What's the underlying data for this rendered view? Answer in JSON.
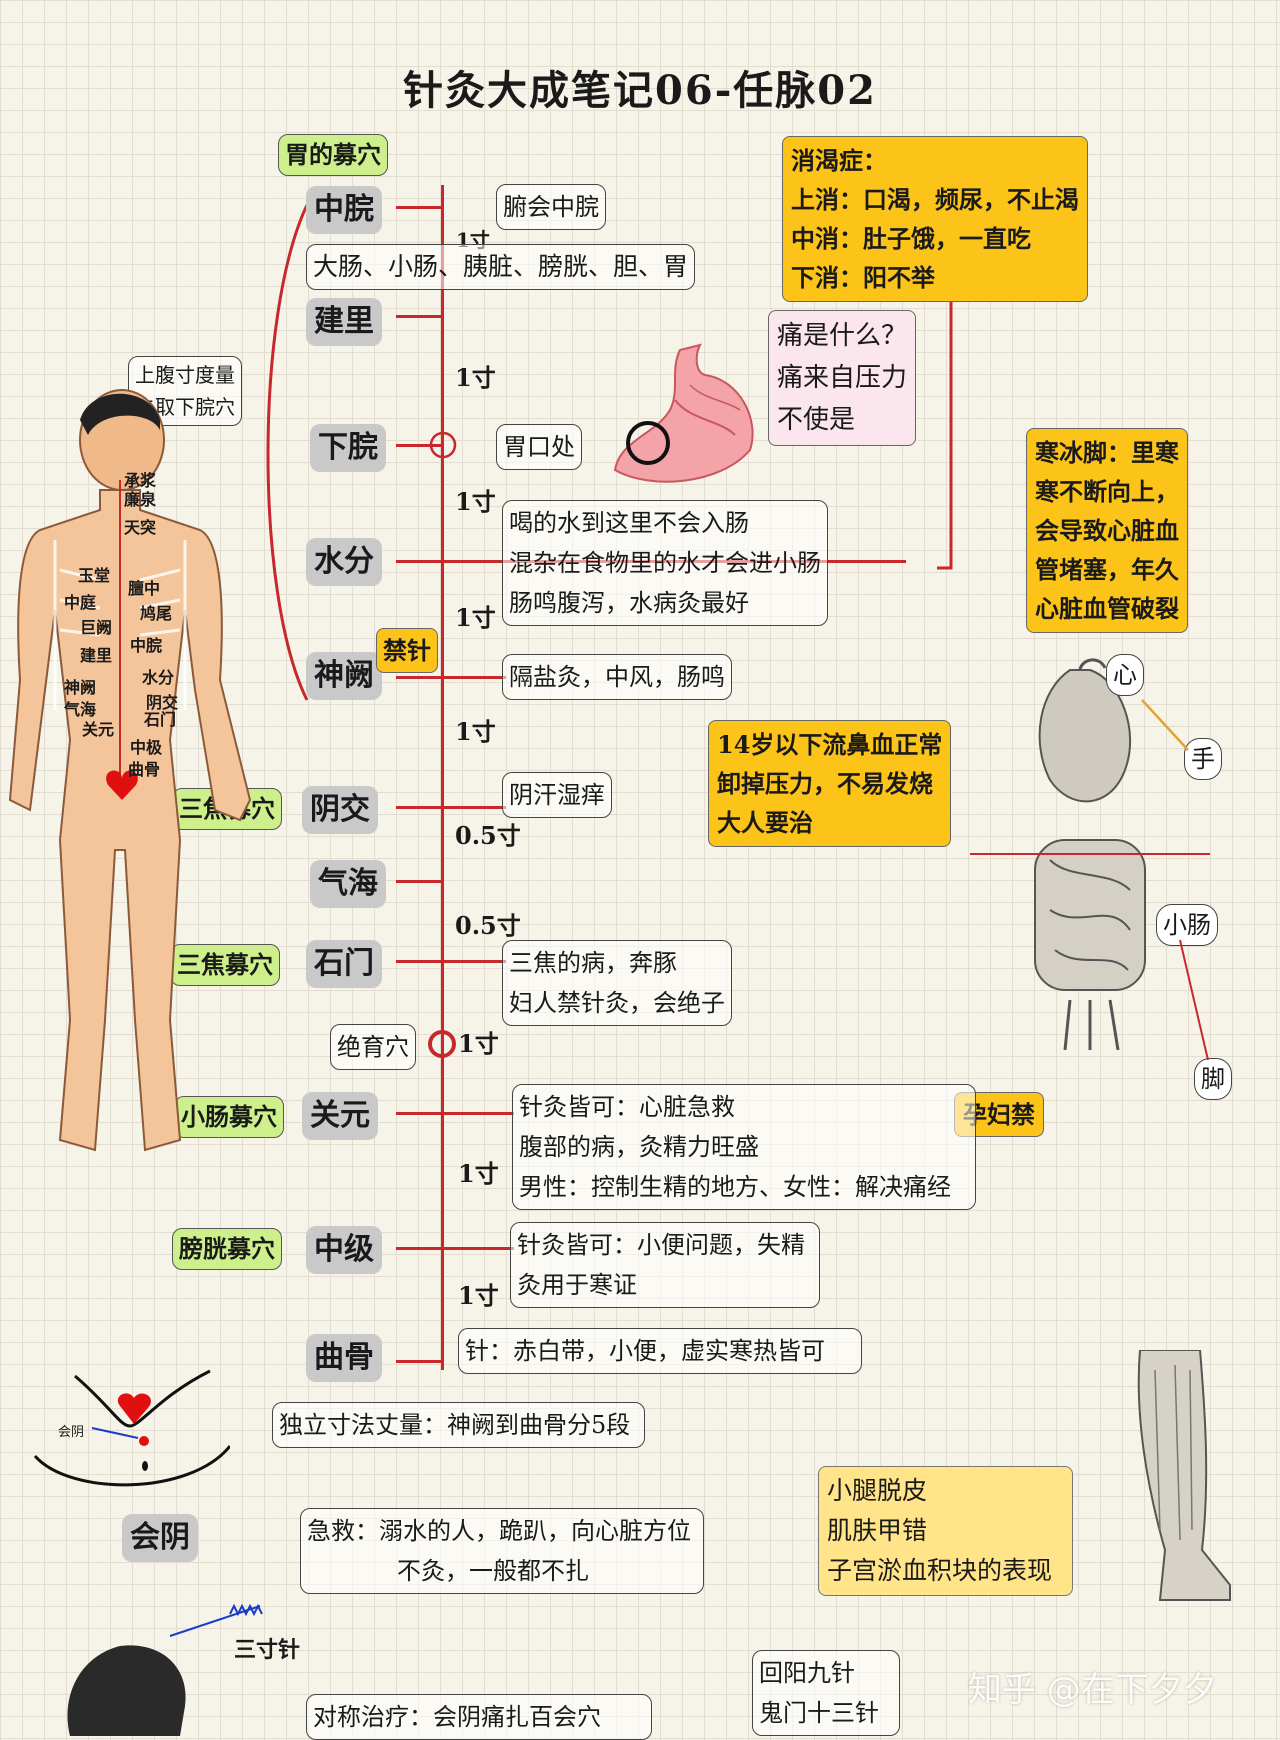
{
  "title": "针灸大成笔记06-任脉02",
  "points": {
    "zhongwan": "中脘",
    "jianli": "建里",
    "xiawan": "下脘",
    "shuifen": "水分",
    "shenque": "神阙",
    "yinjiao": "阴交",
    "qihai": "气海",
    "shimen": "石门",
    "guanyuan": "关元",
    "zhongji": "中级",
    "qugu": "曲骨",
    "huiyin": "会阴"
  },
  "tags": {
    "wei_mu": "胃的募穴",
    "jin_zhen": "禁针",
    "sanjiao_mu_1": "三焦募穴",
    "sanjiao_mu_2": "三焦募穴",
    "xiaochang_mu": "小肠募穴",
    "pangguang_mu": "膀胱募穴",
    "yunfu_jin": "孕妇禁"
  },
  "distances": {
    "d1": "1寸",
    "d2": "1寸",
    "d3": "1寸",
    "d4": "1寸",
    "d5": "1寸",
    "d6": "0.5寸",
    "d7": "0.5寸",
    "d8": "1寸",
    "d9": "1寸",
    "d10": "1寸"
  },
  "notes": {
    "fuhui": "腑会中脘",
    "organs": "大肠、小肠、胰脏、膀胱、胆、胃",
    "shangfu": [
      "上腹寸度量",
      "先取下脘穴"
    ],
    "weikou": "胃口处",
    "shuifen": [
      "喝的水到这里不会入肠",
      "混杂在食物里的水才会进小肠",
      "肠鸣腹泻，水病灸最好"
    ],
    "shenque": "隔盐灸，中风，肠鸣",
    "yinjiao": "阴汗湿痒",
    "shimen": [
      "三焦的病，奔豚",
      "妇人禁针灸，会绝子"
    ],
    "jueyu": "绝育穴",
    "guanyuan": [
      "针灸皆可：心脏急救",
      "腹部的病，灸精力旺盛",
      "男性：控制生精的地方、女性：解决痛经"
    ],
    "zhongji": [
      "针灸皆可：小便问题，失精",
      "灸用于寒证"
    ],
    "qugu": "针：赤白带，小便，虚实寒热皆可",
    "duli": "独立寸法丈量：神阙到曲骨分5段",
    "huiyin": [
      "急救：溺水的人，跪趴，向心脏方位",
      "不灸，一般都不扎"
    ],
    "xiaotui": [
      "小腿脱皮",
      "肌肤甲错",
      "子宫淤血积块的表现"
    ],
    "huiyang": [
      "回阳九针",
      "鬼门十三针"
    ],
    "duicheng": "对称治疗：会阴痛扎百会穴",
    "sancun": "三寸针",
    "huiyin_small": "会阴"
  },
  "xiaoke": {
    "title": "消渴症：",
    "lines": [
      "上消：口渴，频尿，不止渴",
      "中消：肚子饿，一直吃",
      "下消：阳不举"
    ]
  },
  "tong": [
    "痛是什么？",
    "痛来自压力",
    "不使是"
  ],
  "hanbing": [
    "寒冰脚：里寒",
    "寒不断向上，",
    "会导致心脏血",
    "管堵塞，年久",
    "心脏血管破裂"
  ],
  "bixue": [
    "14岁以下流鼻血正常",
    "卸掉压力，不易发烧",
    "大人要治"
  ],
  "anatomy_labels": {
    "xin": "心",
    "shou": "手",
    "xiaochang": "小肠",
    "jiao": "脚"
  },
  "body_labels": [
    "承浆",
    "廉泉",
    "天突",
    "玉堂",
    "膻中",
    "中庭",
    "鸠尾",
    "巨阙",
    "中脘",
    "建里",
    "水分",
    "神阙",
    "阴交",
    "气海",
    "石门",
    "关元",
    "中极",
    "曲骨"
  ],
  "watermark": "知乎 @在下夕夕",
  "colors": {
    "axis": "#c8282c",
    "yellow": "#fcc419",
    "green": "#cdf08c",
    "point": "#c9c9c9"
  }
}
